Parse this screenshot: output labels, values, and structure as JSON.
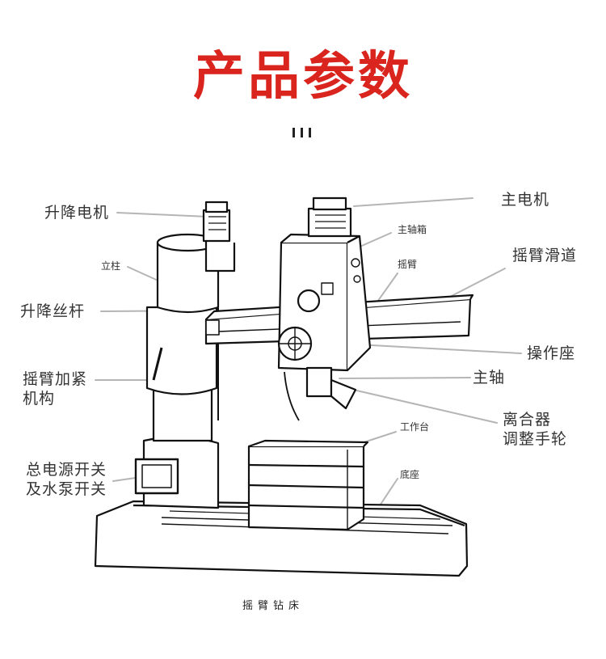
{
  "title": "产品参数",
  "labels": {
    "lift_motor": "升降电机",
    "column": "立柱",
    "lift_screw": "升降丝杆",
    "arm_clamp": "摇臂加紧\n机构",
    "power_switch": "总电源开关\n及水泵开关",
    "main_motor": "主电机",
    "spindle_box": "主轴箱",
    "arm": "摇臂",
    "arm_slide": "摇臂滑道",
    "operating_seat": "操作座",
    "spindle": "主轴",
    "clutch_wheel": "离合器\n调整手轮",
    "worktable": "工作台",
    "base": "底座"
  },
  "caption": "摇臂钻床",
  "colors": {
    "title": "#d9251d",
    "line": "#111111",
    "leader": "#b5b5b5"
  }
}
